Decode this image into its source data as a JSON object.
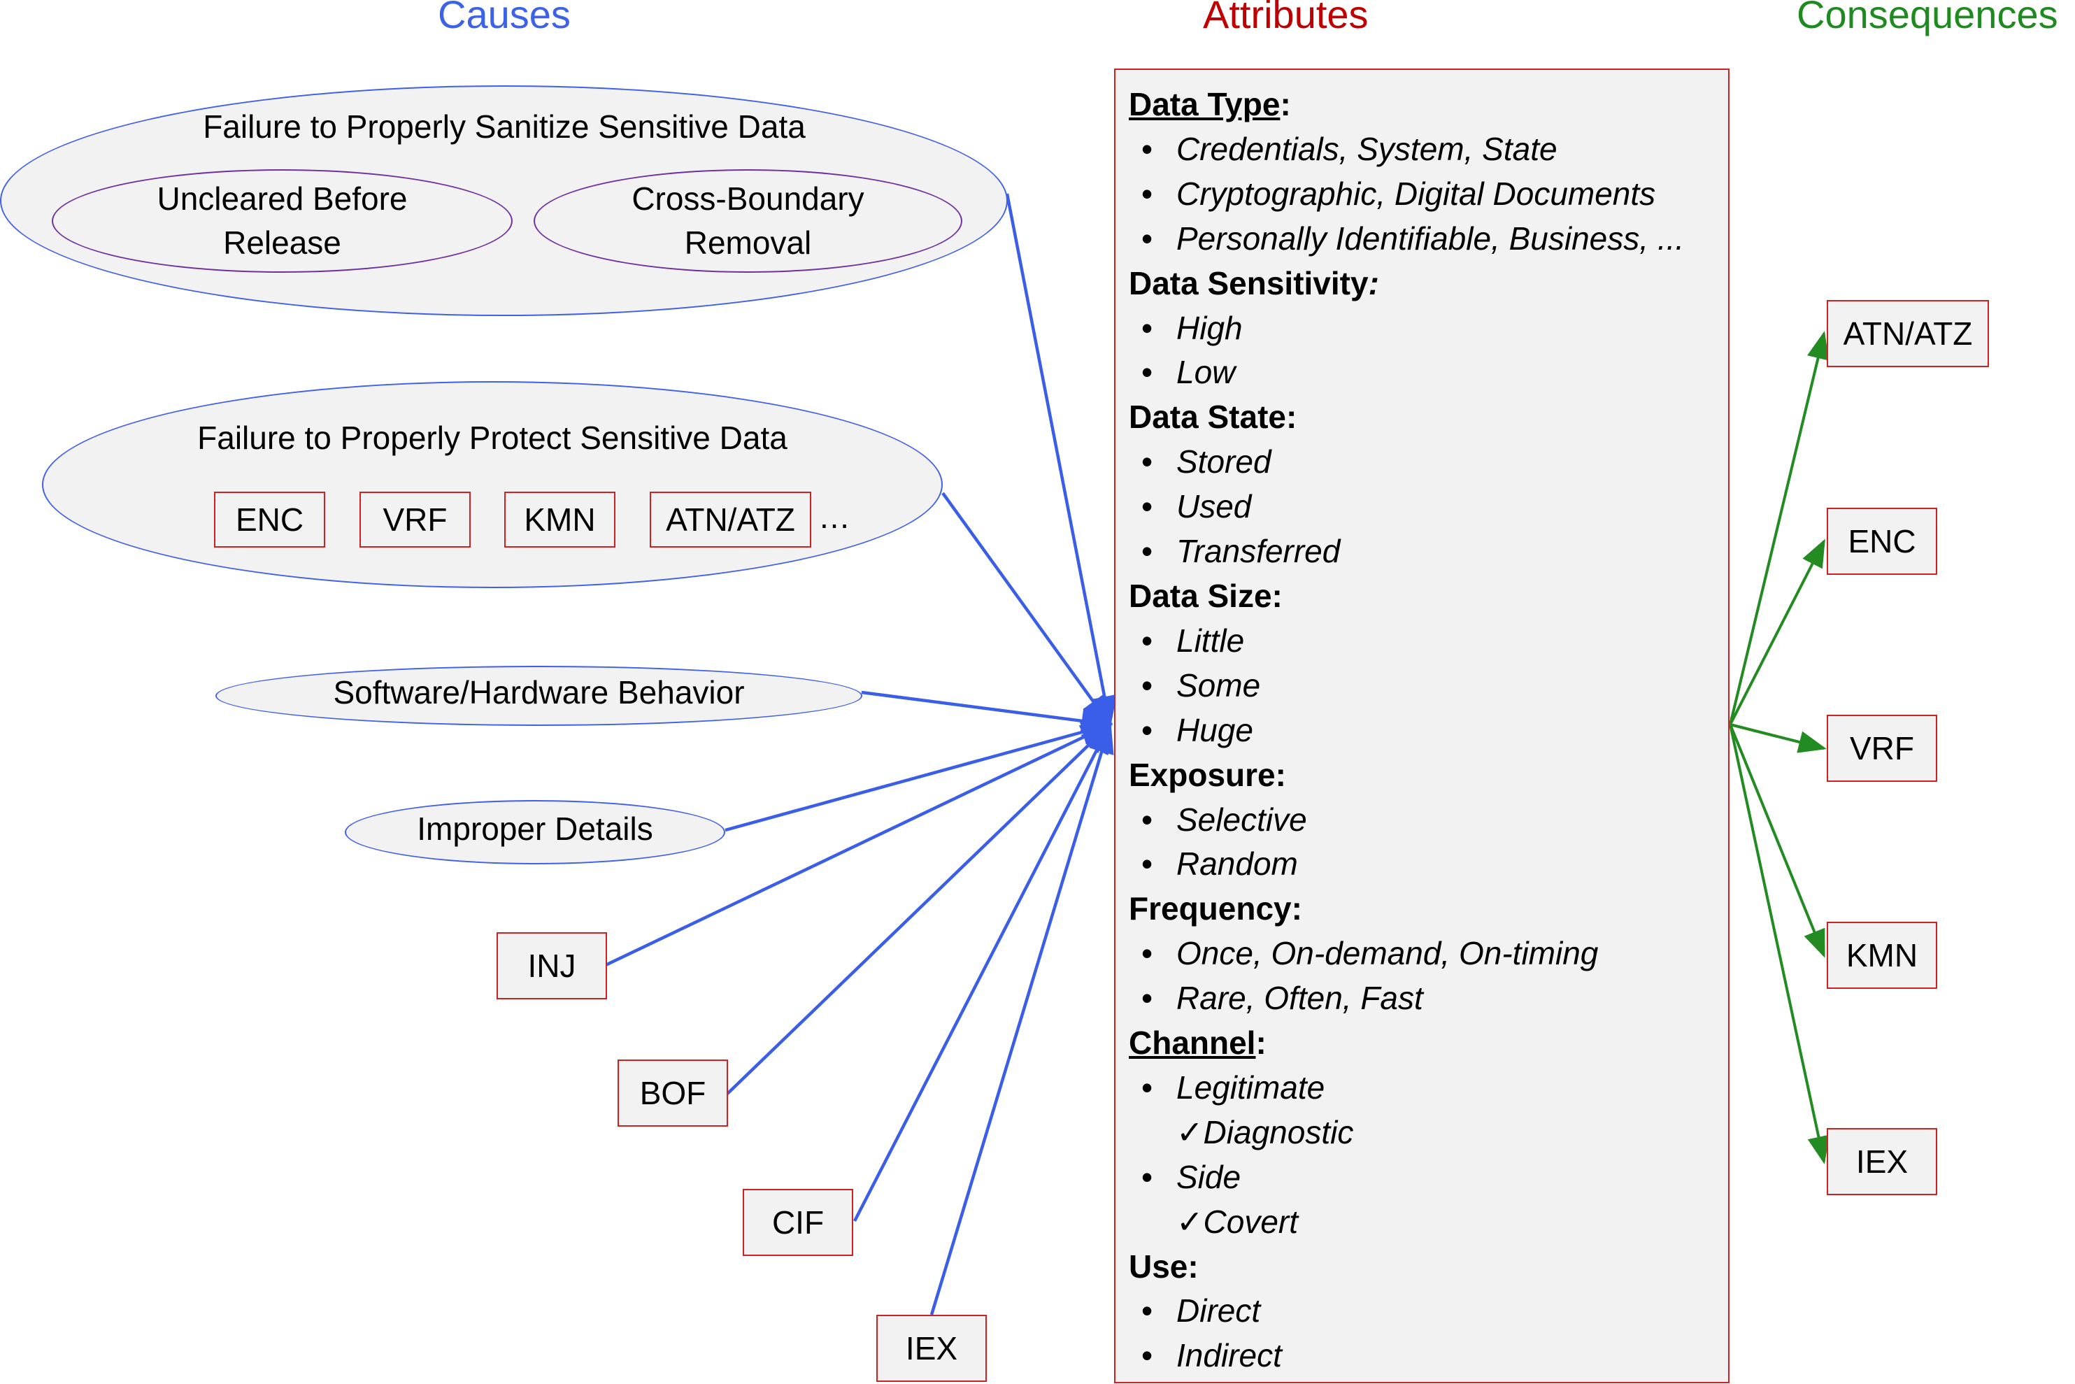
{
  "headers": {
    "causes": "Causes",
    "attributes": "Attributes",
    "consequences": "Consequences"
  },
  "causes": {
    "sanitize": {
      "title": "Failure to Properly Sanitize Sensitive Data",
      "sub1": [
        "Uncleared Before",
        "Release"
      ],
      "sub2": [
        "Cross-Boundary",
        "Removal"
      ]
    },
    "protect": {
      "title": "Failure to Properly Protect Sensitive Data",
      "boxes": [
        "ENC",
        "VRF",
        "KMN",
        "ATN/ATZ"
      ],
      "more": "…"
    },
    "behavior": "Software/Hardware Behavior",
    "details": "Improper Details",
    "boxes": [
      "INJ",
      "BOF",
      "CIF",
      "IEX"
    ]
  },
  "attributes": [
    {
      "label": "Data Type",
      "underline": true,
      "colon": ":",
      "items": [
        "Credentials, System, State",
        "Cryptographic, Digital Documents",
        "Personally Identifiable, Business, ..."
      ]
    },
    {
      "label": "Data Sensitivity",
      "underline": false,
      "colon": ":",
      "colon_italic": true,
      "items": [
        "High",
        "Low"
      ]
    },
    {
      "label": "Data State",
      "underline": false,
      "colon": ":",
      "items": [
        "Stored",
        "Used",
        "Transferred"
      ]
    },
    {
      "label": "Data Size",
      "underline": false,
      "colon": ":",
      "items": [
        "Little",
        "Some",
        "Huge"
      ]
    },
    {
      "label": "Exposure",
      "underline": false,
      "colon": ":",
      "items": [
        "Selective",
        "Random"
      ]
    },
    {
      "label": "Frequency",
      "underline": false,
      "colon": ":",
      "items": [
        "Once, On-demand, On-timing",
        "Rare, Often, Fast"
      ]
    },
    {
      "label": "Channel",
      "underline": true,
      "colon": ":",
      "items": [
        "Legitimate",
        "Side"
      ],
      "subs": {
        "0": "Diagnostic",
        "1": "Covert"
      }
    },
    {
      "label": "Use",
      "underline": false,
      "colon": ":",
      "items": [
        "Direct",
        "Indirect"
      ]
    }
  ],
  "check_glyph": "✓",
  "bullet_glyph": "•",
  "consequences": [
    "ATN/ATZ",
    "ENC",
    "VRF",
    "KMN",
    "IEX"
  ],
  "colors": {
    "causes": "#3c62e8",
    "attributes": "#c00000",
    "consequences": "#1f8a1f",
    "cause_arrows": "#3a5ee8",
    "cons_arrows": "#228b22"
  }
}
